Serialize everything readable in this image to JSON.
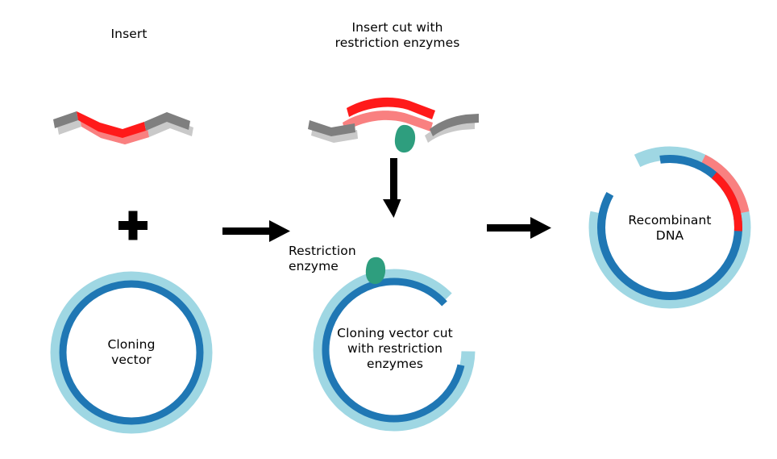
{
  "diagram": {
    "title_insert": "Insert",
    "title_insert_cut": "Insert cut with\nrestriction enzymes",
    "label_cloning_vector": "Cloning\nvector",
    "label_vector_cut": "Cloning vector cut\nwith restriction\nenzymes",
    "label_restriction_enzyme": "Restriction\nenzyme",
    "label_recombinant": "Recombinant\nDNA",
    "plus_sign": "+",
    "icons": {
      "arrow_right_1": "arrow-right-icon",
      "arrow_right_2": "arrow-right-icon",
      "arrow_down": "arrow-down-icon",
      "plus": "plus-icon",
      "enzyme_blob_top": "restriction-enzyme-icon",
      "enzyme_blob_vector": "restriction-enzyme-icon"
    },
    "colors": {
      "dna_blue_inner": "#1f77b4",
      "dna_blue_outer": "#9fd7e3",
      "insert_red_inner": "#ff1a1a",
      "insert_red_outer": "#f98080",
      "flank_gray_inner": "#7f7f7f",
      "flank_gray_outer": "#c9c9c9",
      "enzyme_teal": "#2e9e7e",
      "arrow_black": "#000000",
      "text_black": "#000000",
      "background": "#ffffff"
    }
  },
  "chart_data": {
    "type": "diagram",
    "title": "Recombinant DNA cloning workflow",
    "stages": [
      {
        "name": "insert",
        "label": "Insert",
        "description": "Linear double-stranded DNA with red target gene flanked by gray sequence"
      },
      {
        "name": "cloning-vector",
        "label": "Cloning vector",
        "description": "Closed circular plasmid, blue double strand"
      },
      {
        "name": "insert-cut",
        "label": "Insert cut with restriction enzymes",
        "description": "Red fragment released with sticky ends; gray flanks separated; restriction enzyme bound"
      },
      {
        "name": "vector-cut",
        "label": "Cloning vector cut with restriction enzymes",
        "description": "Linearized/open plasmid with staggered sticky ends at cut site"
      },
      {
        "name": "recombinant-dna",
        "label": "Recombinant DNA",
        "description": "Circular plasmid with red insert ligated into the cut site"
      }
    ],
    "arrows": [
      {
        "from": "insert + cloning-vector",
        "to": "cut products",
        "direction": "right"
      },
      {
        "from": "insert",
        "to": "insert-cut",
        "direction": "down"
      },
      {
        "from": "cut products",
        "to": "recombinant-dna",
        "direction": "right"
      }
    ]
  }
}
